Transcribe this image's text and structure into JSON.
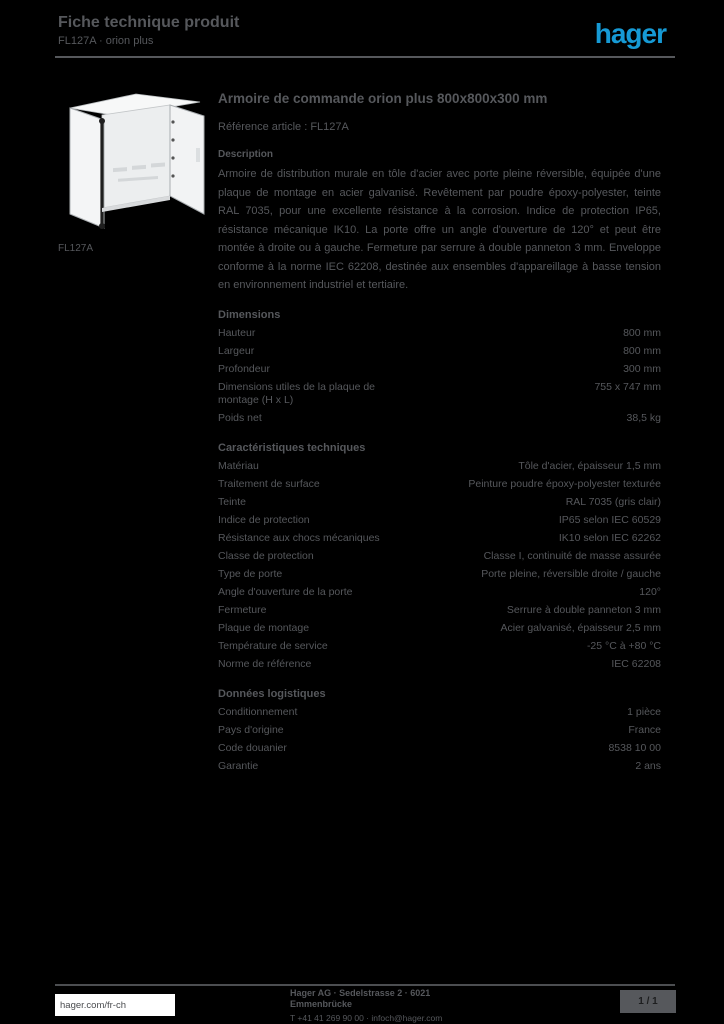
{
  "colors": {
    "background": "#000000",
    "text_gray": "#56585c",
    "brand_blue": "#169ad5"
  },
  "header": {
    "title": "Fiche technique produit",
    "subtitle": "FL127A · orion plus",
    "logo_text": "hager"
  },
  "product": {
    "image_caption": "FL127A",
    "title": "Armoire de commande orion plus 800x800x300 mm",
    "reference": "Référence article : FL127A",
    "description_heading": "Description",
    "description": "Armoire de distribution murale en tôle d'acier avec porte pleine réversible, équipée d'une plaque de montage en acier galvanisé. Revêtement par poudre époxy-polyester, teinte RAL 7035, pour une excellente résistance à la corrosion. Indice de protection IP65, résistance mécanique IK10. La porte offre un angle d'ouverture de 120° et peut être montée à droite ou à gauche. Fermeture par serrure à double panneton 3 mm. Enveloppe conforme à la norme IEC 62208, destinée aux ensembles d'appareillage à basse tension en environnement industriel et tertiaire."
  },
  "specs": {
    "sections": [
      {
        "title": "Dimensions",
        "rows": [
          {
            "label": "Hauteur",
            "value": "800 mm"
          },
          {
            "label": "Largeur",
            "value": "800 mm"
          },
          {
            "label": "Profondeur",
            "value": "300 mm"
          },
          {
            "label": "Dimensions utiles de la plaque de montage (H x L)",
            "value": "755 x 747 mm"
          },
          {
            "label": "Poids net",
            "value": "38,5 kg"
          }
        ]
      },
      {
        "title": "Caractéristiques techniques",
        "rows": [
          {
            "label": "Matériau",
            "value": "Tôle d'acier, épaisseur 1,5 mm"
          },
          {
            "label": "Traitement de surface",
            "value": "Peinture poudre époxy-polyester texturée"
          },
          {
            "label": "Teinte",
            "value": "RAL 7035 (gris clair)"
          },
          {
            "label": "Indice de protection",
            "value": "IP65 selon IEC 60529"
          },
          {
            "label": "Résistance aux chocs mécaniques",
            "value": "IK10 selon IEC 62262"
          },
          {
            "label": "Classe de protection",
            "value": "Classe I, continuité de masse assurée"
          },
          {
            "label": "Type de porte",
            "value": "Porte pleine, réversible droite / gauche"
          },
          {
            "label": "Angle d'ouverture de la porte",
            "value": "120°"
          },
          {
            "label": "Fermeture",
            "value": "Serrure à double panneton 3 mm"
          },
          {
            "label": "Plaque de montage",
            "value": "Acier galvanisé, épaisseur 2,5 mm"
          },
          {
            "label": "Température de service",
            "value": "-25 °C à +80 °C"
          },
          {
            "label": "Norme de référence",
            "value": "IEC 62208"
          }
        ]
      },
      {
        "title": "Données logistiques",
        "rows": [
          {
            "label": "Conditionnement",
            "value": "1 pièce"
          },
          {
            "label": "Pays d'origine",
            "value": "France"
          },
          {
            "label": "Code douanier",
            "value": "8538 10 00"
          },
          {
            "label": "Garantie",
            "value": "2 ans"
          }
        ]
      }
    ]
  },
  "footer": {
    "site": "hager.com/fr-ch",
    "company_line1": "Hager AG · Sedelstrasse 2 · 6021 Emmenbrücke",
    "company_line2": "T +41 41 269 90 00 · infoch@hager.com",
    "page_indicator": "1 / 1"
  }
}
